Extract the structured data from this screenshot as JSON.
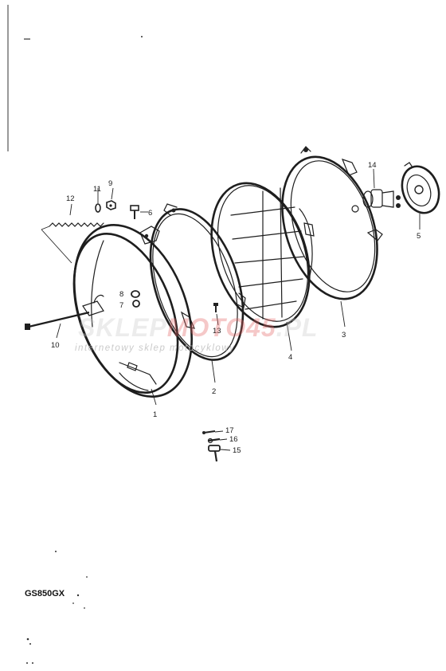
{
  "model_code": "GS850GX",
  "watermark": {
    "part1": "SKLEP",
    "part2": "MOTO45",
    "part3": ".PL",
    "tagline": "internetowy sklep motocyklowy",
    "color_grey": "#c9c9c9",
    "color_red": "#e46464"
  },
  "callouts": [
    {
      "id": "1",
      "label": "1"
    },
    {
      "id": "2",
      "label": "2"
    },
    {
      "id": "3",
      "label": "3"
    },
    {
      "id": "4",
      "label": "4"
    },
    {
      "id": "5",
      "label": "5"
    },
    {
      "id": "6",
      "label": "6"
    },
    {
      "id": "7",
      "label": "7"
    },
    {
      "id": "8",
      "label": "8"
    },
    {
      "id": "9",
      "label": "9"
    },
    {
      "id": "10",
      "label": "10"
    },
    {
      "id": "11",
      "label": "11"
    },
    {
      "id": "12",
      "label": "12"
    },
    {
      "id": "13",
      "label": "13"
    },
    {
      "id": "14",
      "label": "14"
    },
    {
      "id": "15",
      "label": "15"
    },
    {
      "id": "16",
      "label": "16"
    },
    {
      "id": "17",
      "label": "17"
    }
  ]
}
